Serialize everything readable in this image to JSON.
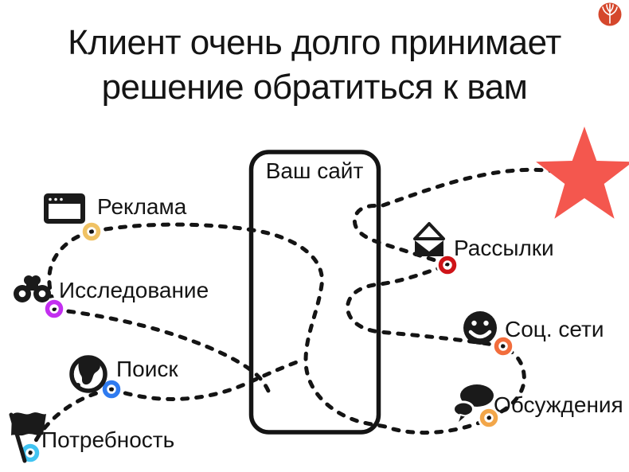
{
  "slide": {
    "background": "#ffffff",
    "title_line1": "Клиент очень долго принимает",
    "title_line2": "решение обратиться к вам"
  },
  "logo": {
    "icon": "tree-in-circle-icon",
    "color": "#d5472c"
  },
  "site_box": {
    "label": "Ваш сайт"
  },
  "star": {
    "icon": "star-goal",
    "color": "#f4574e"
  },
  "path": {
    "color": "#141414",
    "style": "dashed"
  },
  "nodes": [
    {
      "id": "need",
      "label": "Потребность",
      "ring_color": "#41c4f2",
      "icon": "flag-icon"
    },
    {
      "id": "search",
      "label": "Поиск",
      "ring_color": "#2f7bf0",
      "icon": "globe-icon"
    },
    {
      "id": "research",
      "label": "Исследование",
      "ring_color": "#c32ff0",
      "icon": "binoculars-icon"
    },
    {
      "id": "ads",
      "label": "Реклама",
      "ring_color": "#f0c264",
      "icon": "browser-window-icon"
    },
    {
      "id": "mailings",
      "label": "Рассылки",
      "ring_color": "#cf1418",
      "icon": "open-envelope-icon"
    },
    {
      "id": "social",
      "label": "Соц. сети",
      "ring_color": "#f26d3c",
      "icon": "smiley-icon"
    },
    {
      "id": "discussions",
      "label": "Обсуждения",
      "ring_color": "#f2a649",
      "icon": "chat-bubbles-icon"
    }
  ]
}
